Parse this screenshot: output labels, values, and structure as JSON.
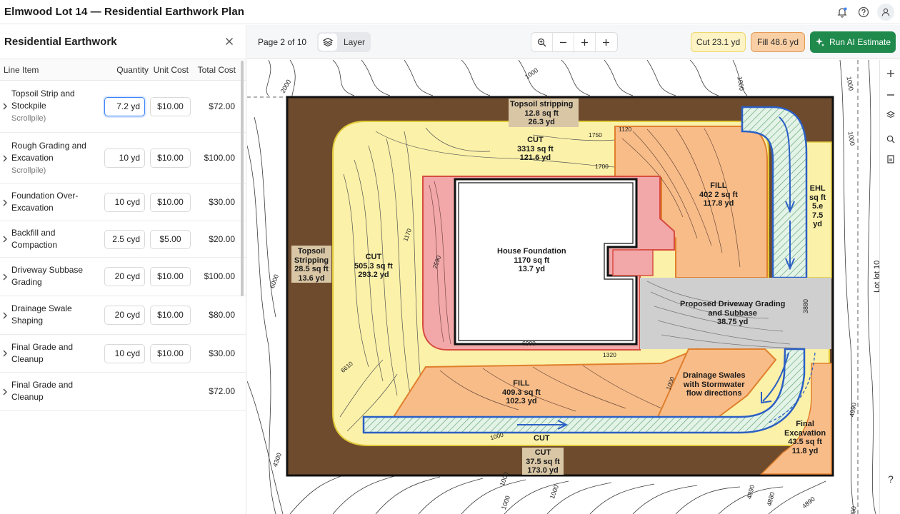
{
  "app": {
    "title": "Elmwood Lot 14 — Residential Earthwork Plan",
    "header_icons": [
      "notification-icon",
      "help-icon",
      "user-icon"
    ]
  },
  "panel": {
    "title": "Residential Earthwork",
    "columns": [
      "Line Item",
      "Quantity",
      "Unit Cost",
      "Total Cost"
    ],
    "rows": [
      {
        "name": "Topsoil Strip and Stockpile",
        "sub": "Scrollpile)",
        "quantity": "7.2 yd",
        "unit_cost": "$10.00",
        "total": "$72.00"
      },
      {
        "name": "Rough Grading and Excavation",
        "sub": "Scrollpile)",
        "quantity": "10 yd",
        "unit_cost": "$10.00",
        "total": "$100.00"
      },
      {
        "name": "Foundation Over-Excavation",
        "sub": "",
        "quantity": "10 cyd",
        "unit_cost": "$10.00",
        "total": "$30.00"
      },
      {
        "name": "Backfill and Compaction",
        "sub": "",
        "quantity": "2.5 cyd",
        "unit_cost": "$5.00",
        "total": "$20.00"
      },
      {
        "name": "Driveway Subbase Grading",
        "sub": "",
        "quantity": "20 cyd",
        "unit_cost": "$10.00",
        "total": "$100.00"
      },
      {
        "name": "Drainage Swale Shaping",
        "sub": "",
        "quantity": "20 cyd",
        "unit_cost": "$10.00",
        "total": "$80.00"
      },
      {
        "name": "Final Grade and Cleanup",
        "sub": "",
        "quantity": "10 cyd",
        "unit_cost": "$10.00",
        "total": "$30.00"
      },
      {
        "name": "Final Grade and Cleanup",
        "sub": "",
        "quantity": "",
        "unit_cost": "",
        "total": "$72.00"
      }
    ]
  },
  "toolbar": {
    "page_info": "Page 2 of 10",
    "layer_label": "Layer",
    "cut_badge": "Cut 23.1 yd",
    "fill_badge": "Fill 48.6 yd",
    "run_label": "Run AI Estimate"
  },
  "map": {
    "labels": {
      "topsoil_top": [
        "Topsoil stripping",
        "12.8 sq ft",
        "26.3 yd"
      ],
      "cut_top": [
        "CUT",
        "3313 sq ft",
        "121.6 yd"
      ],
      "fill_right": [
        "FILL",
        "402 2 sq ft",
        "117.8 yd"
      ],
      "fill_far_right": [
        "EHL",
        "sq ft",
        "5.e",
        "7.5",
        "yd"
      ],
      "topsoil_left": [
        "Topsoil",
        "Stripping",
        "28.5 sq ft",
        "13.6 yd"
      ],
      "cut_left": [
        "CUT",
        "505.3 sq ft",
        "293.2 yd"
      ],
      "house": [
        "House Foundation",
        "1170 sq ft",
        "13.7 yd"
      ],
      "driveway": [
        "Proposed Driveway Grading",
        "and Subbase",
        "38.75 yd"
      ],
      "drainage": [
        "Drainage Swales",
        "with Stormwater",
        "flow directions"
      ],
      "fill_bottom": [
        "FILL",
        "409.3 sq ft",
        "102.3 yd"
      ],
      "final_excavation": [
        "Final",
        "Excavation",
        "43.5 sq ft",
        "11.8 yd"
      ],
      "cut_bottom_small": "CUT",
      "cut_bottom": [
        "CUT",
        "37.5 sq ft",
        "173.0 yd"
      ],
      "lot_label": "Lot lot 10"
    },
    "contour_numbers": [
      "2000",
      "1000",
      "1000",
      "1000",
      "1750",
      "1700",
      "1120",
      "1170",
      "2590",
      "6900",
      "1320",
      "1000",
      "6610",
      "6000",
      "4300",
      "1000",
      "1000",
      "1000",
      "4890",
      "4880",
      "4990",
      "1000",
      "4890",
      "3880",
      "1000",
      "4990"
    ]
  },
  "rail": {
    "buttons": [
      "plus-icon",
      "minus-icon",
      "layers-icon",
      "zoom-icon",
      "export-icon",
      "help-icon"
    ],
    "help_label": "?"
  },
  "colors": {
    "brown": "#6e4b2d",
    "cut_yellow": "#fbf1a8",
    "fill_orange": "#f8bc88",
    "foundation_pink": "#f2a7a8",
    "driveway_gray": "#cfcfcf",
    "swale_blue": "#2b5fc4",
    "accent_green": "#1f8a4c"
  }
}
